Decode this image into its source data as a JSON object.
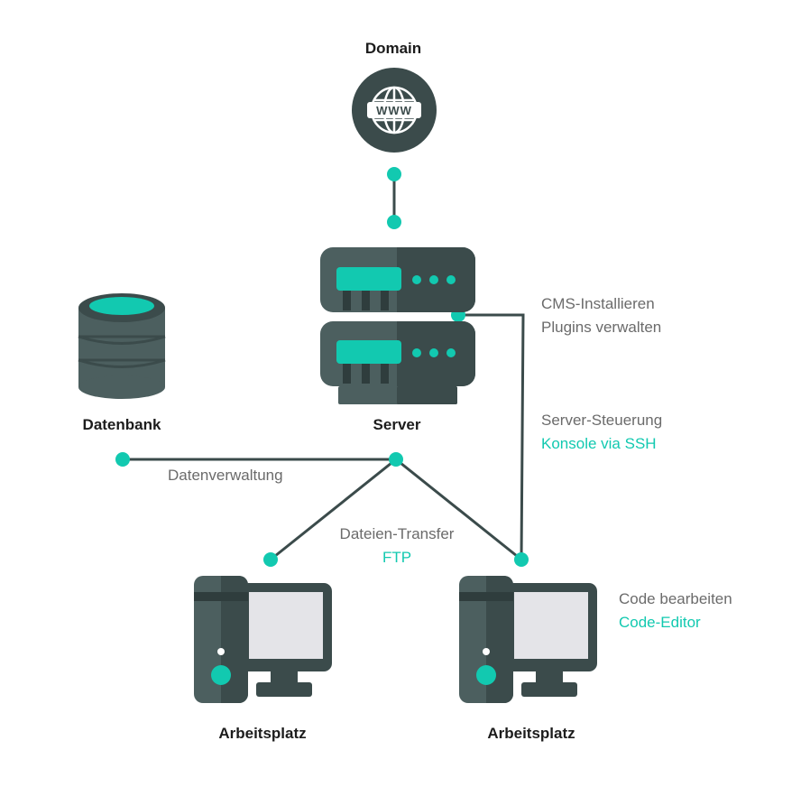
{
  "colors": {
    "dark": "#3b4b4b",
    "darker": "#2f3d3d",
    "mid": "#4c5f5f",
    "accent": "#12c9b0",
    "line": "#3b4b4b",
    "screen": "#e4e4e8",
    "text": "#1c1c1c",
    "muted": "#6b6b6b"
  },
  "nodes": {
    "domain": {
      "label": "Domain",
      "icon": "globe-www-icon",
      "badge": "WWW"
    },
    "server": {
      "label": "Server",
      "icon": "server-rack-icon"
    },
    "database": {
      "label": "Datenbank",
      "icon": "database-icon"
    },
    "workstation_left": {
      "label": "Arbeitsplatz",
      "icon": "desktop-computer-icon"
    },
    "workstation_right": {
      "label": "Arbeitsplatz",
      "icon": "desktop-computer-icon"
    }
  },
  "annotations": {
    "cms": {
      "line1": "CMS-Installieren",
      "line2": "Plugins verwalten"
    },
    "ssh": {
      "line1": "Server-Steuerung",
      "line2": "Konsole via SSH"
    },
    "datenverwaltung": {
      "line1": "Datenverwaltung"
    },
    "ftp": {
      "line1": "Dateien-Transfer",
      "line2": "FTP"
    },
    "code": {
      "line1": "Code bearbeiten",
      "line2": "Code-Editor"
    }
  }
}
